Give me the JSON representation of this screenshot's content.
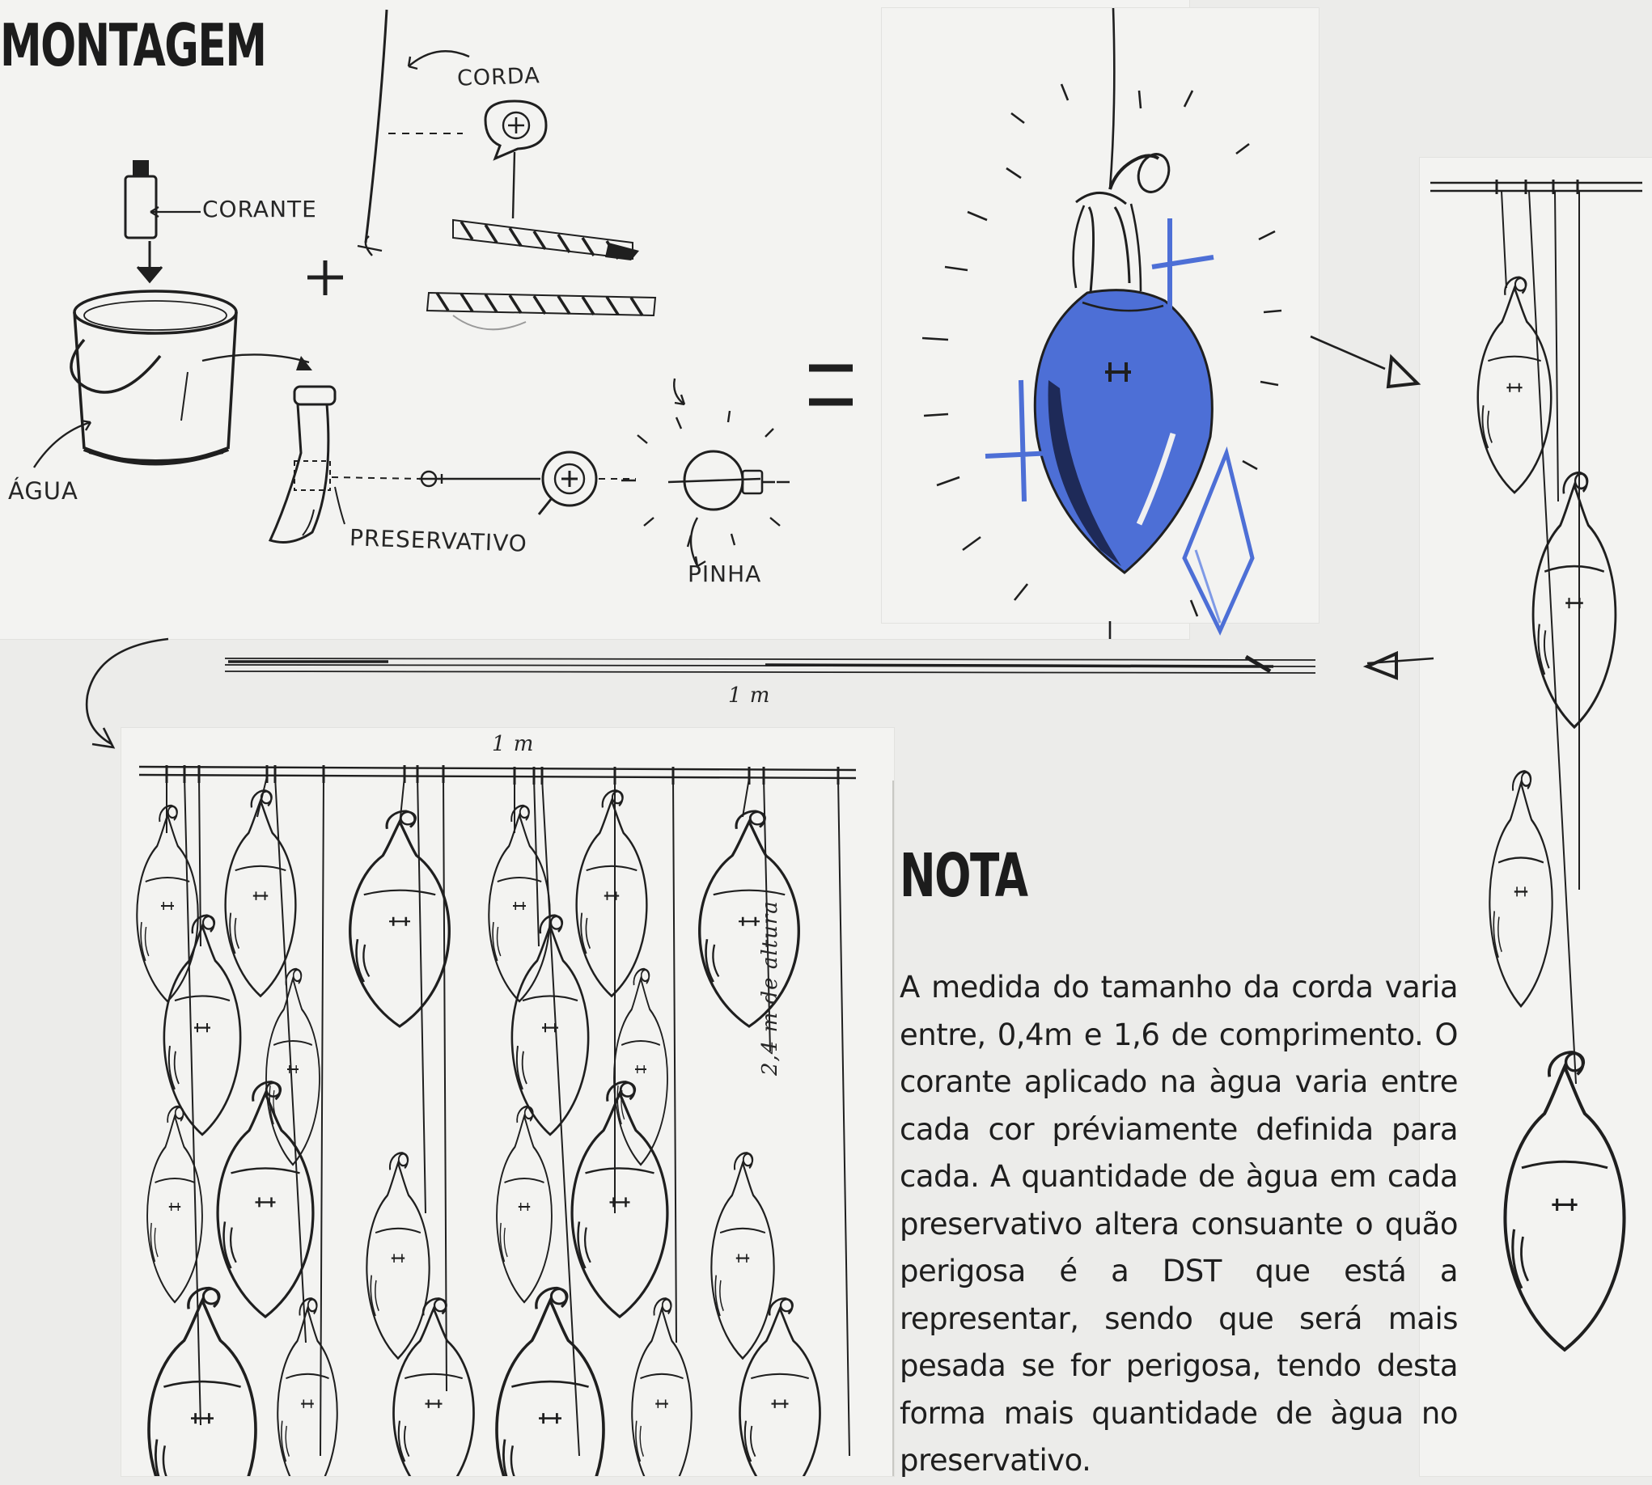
{
  "title": "MONTAGEM",
  "labels": {
    "corda": "CORDA",
    "corante": "CORANTE",
    "agua": "ÁGUA",
    "preservativo": "PRESERVATIVO",
    "pinha": "PINHA",
    "one_meter_horizontal": "1 m",
    "one_meter_top": "1 m",
    "height": "2,4 m de altura"
  },
  "nota": {
    "heading": "NOTA",
    "text": "A medida do tamanho da corda varia entre, 0,4m e 1,6 de comprimento. O corante aplicado na àgua varia entre cada cor préviamente definida para cada. A quantidade de àgua em cada preservativo altera consuante o quão perigosa é a DST que está a representar, sendo que será mais pesada se for perigosa, tendo desta forma mais quantidade de àgua no preservativo."
  },
  "colors": {
    "ink": "#1f1f1f",
    "blue_marker": "#4d6fd6",
    "blue_light": "#7f9ae6",
    "paper": "#f3f3f1",
    "background": "#ececea"
  }
}
